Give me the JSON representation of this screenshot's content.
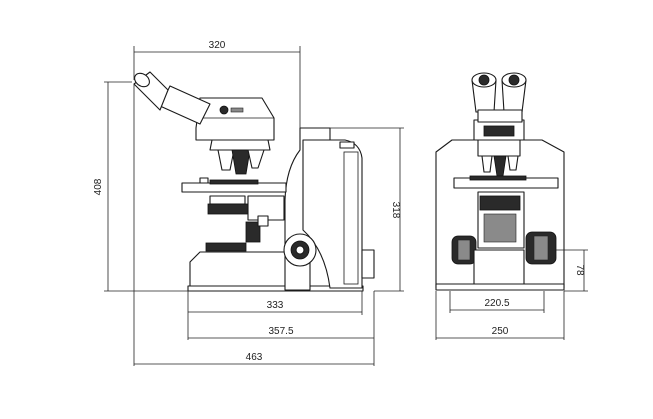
{
  "dimensions": {
    "side_width": "320",
    "total_height": "408",
    "body_height": "318",
    "base_length": "333",
    "stage_length": "357.5",
    "overall_length": "463",
    "front_base": "220.5",
    "front_width": "250",
    "knob_height": "78"
  },
  "colors": {
    "line": "#1a1a1a",
    "dark_fill": "#2a2a2a",
    "grey_fill": "#8a8a8a"
  }
}
